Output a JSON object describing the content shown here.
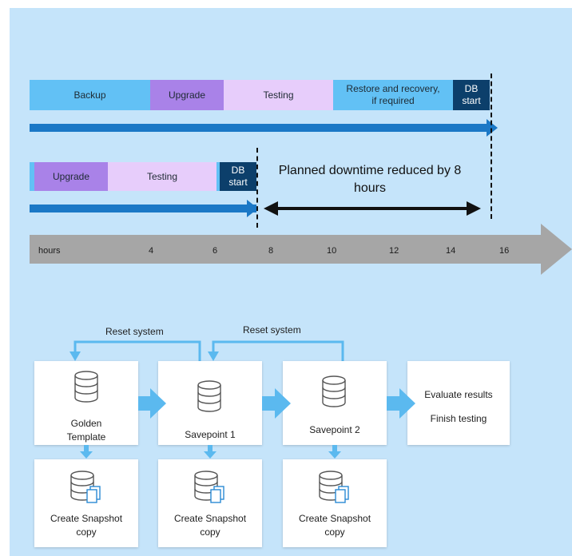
{
  "timeline": {
    "row1": [
      {
        "label": "Backup",
        "color": "#62c1f5"
      },
      {
        "label": "Upgrade",
        "color": "#a982e8"
      },
      {
        "label": "Testing",
        "color": "#e7cdfb"
      },
      {
        "label": "Restore and recovery, if required",
        "color": "#62c1f5"
      },
      {
        "label": "DB start",
        "color": "#0c3f6b"
      }
    ],
    "row2": [
      {
        "label": "Upgrade",
        "color": "#a982e8"
      },
      {
        "label": "Testing",
        "color": "#e7cdfb"
      },
      {
        "label": "DB start",
        "color": "#0c3f6b"
      }
    ],
    "downtime_note": "Planned downtime reduced by 8 hours",
    "axis": {
      "label": "hours",
      "ticks": [
        "4",
        "6",
        "8",
        "10",
        "12",
        "14",
        "16"
      ],
      "color": "#a6a6a6"
    },
    "arrow_color": "#1b78c6"
  },
  "workflow": {
    "reset_labels": [
      "Reset system",
      "Reset system"
    ],
    "stages": [
      {
        "label": "Golden Template",
        "icon": "database-icon"
      },
      {
        "label": "Savepoint 1",
        "icon": "database-icon"
      },
      {
        "label": "Savepoint 2",
        "icon": "database-icon"
      }
    ],
    "final": {
      "line1": "Evaluate results",
      "line2": "Finish testing"
    },
    "snapshots": [
      {
        "label": "Create Snapshot copy",
        "icon": "snapshot-copy-icon"
      },
      {
        "label": "Create Snapshot copy",
        "icon": "snapshot-copy-icon"
      },
      {
        "label": "Create Snapshot copy",
        "icon": "snapshot-copy-icon"
      }
    ],
    "connector_color": "#5bb9ef"
  }
}
